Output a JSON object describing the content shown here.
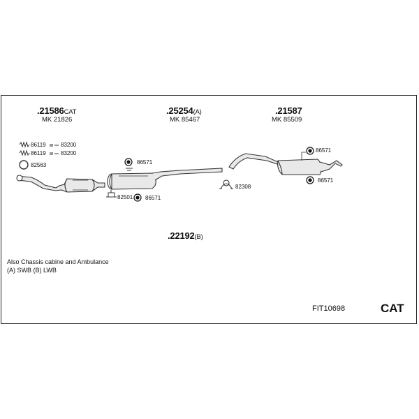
{
  "parts": {
    "p1": {
      "number": ".21586",
      "suffix": "CAT",
      "mk": "MK 21826"
    },
    "p2": {
      "number": ".25254",
      "suffix": "(A)",
      "mk": "MK 85467"
    },
    "p3": {
      "number": ".21587",
      "mk": "MK 85509"
    },
    "p4": {
      "number": ".22192",
      "suffix": "(B)"
    }
  },
  "small_labels": {
    "s86119a": "86119",
    "s83200a": "83200",
    "s86119b": "86119",
    "s83200b": "83200",
    "s82563": "82563",
    "s86571a": "86571",
    "s82501": "82501",
    "s86571b": "86571",
    "s82308": "82308",
    "s86571c": "86571",
    "s86571d": "86571"
  },
  "notes": {
    "line1": "Also Chassis cabine and Ambulance",
    "line2": "(A) SWB (B) LWB"
  },
  "footer": {
    "code": "FIT10698",
    "cat": "CAT"
  }
}
